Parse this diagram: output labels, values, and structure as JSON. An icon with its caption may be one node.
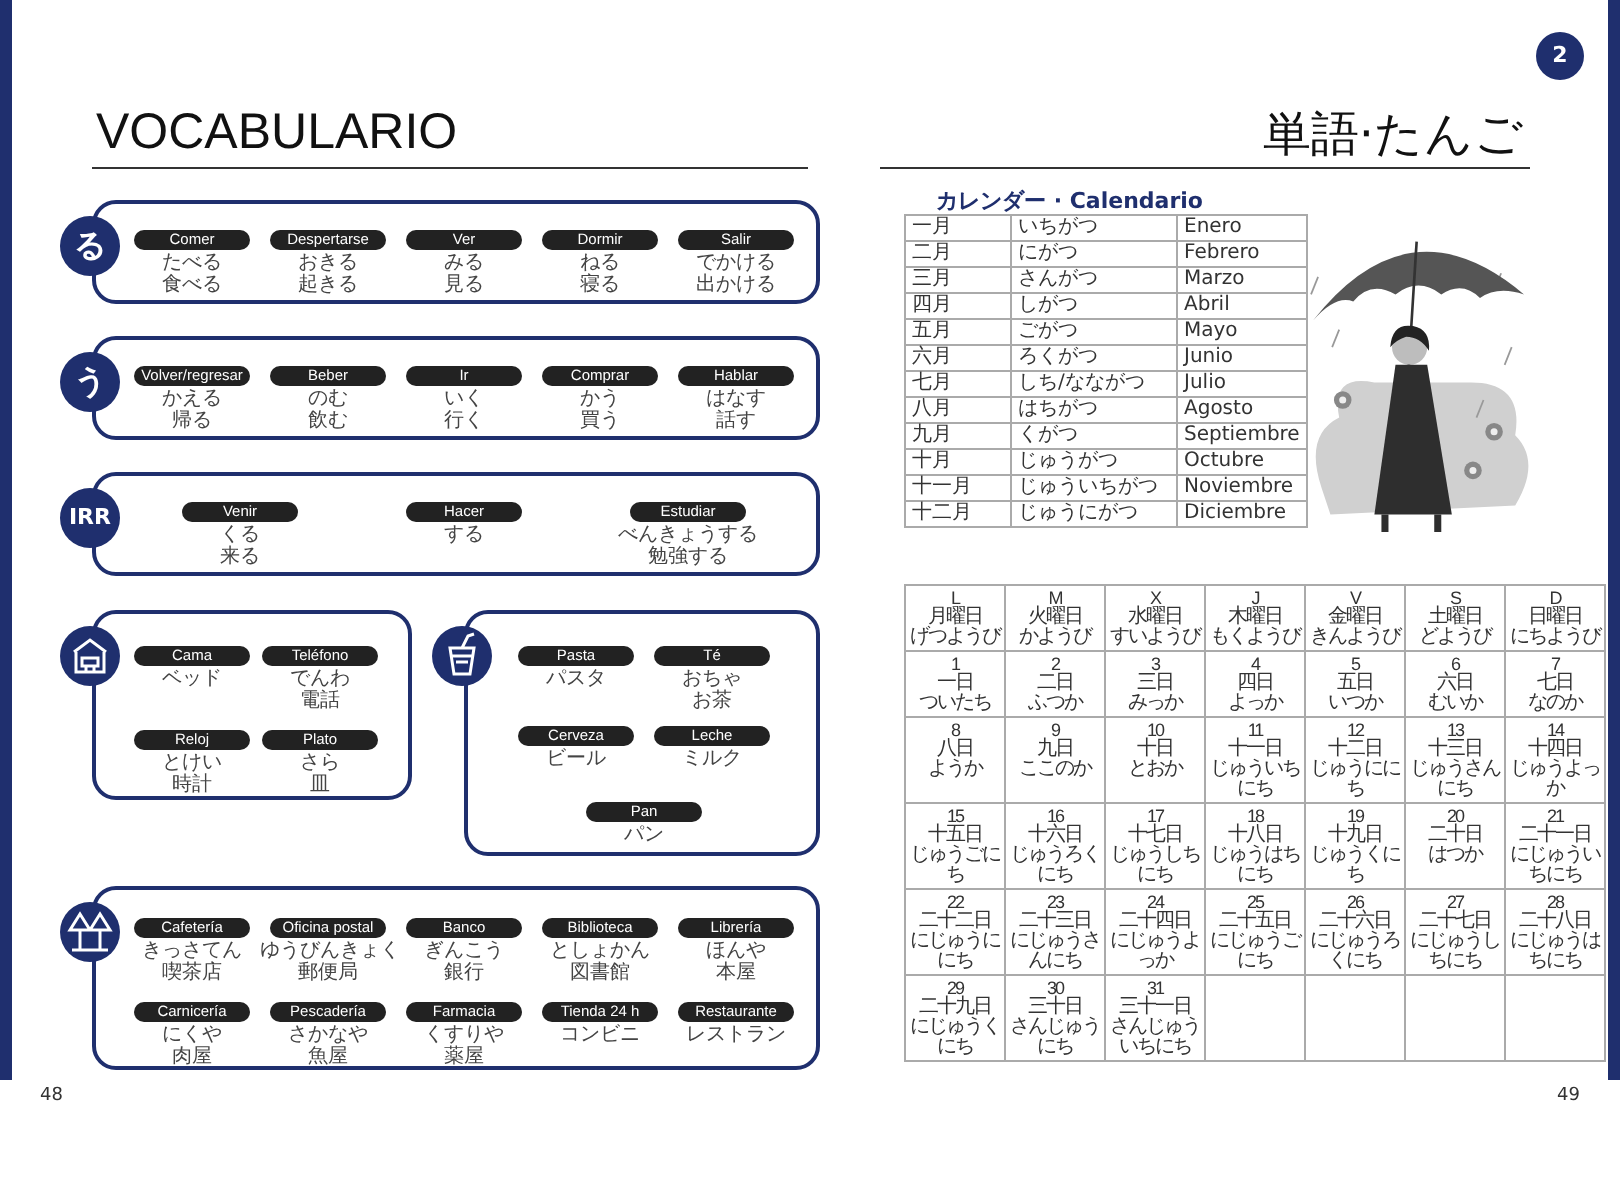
{
  "diagram": {
    "title": "VOCABULARIO",
    "nodes": [
      {
        "text": [
          "る"
        ]
      },
      {
        "text": [
          "Comer",
          "たべる",
          "食べる"
        ],
        "in": 0
      },
      {
        "text": [
          "Despertarse",
          "おきる",
          "起きる"
        ],
        "in": 0
      },
      {
        "text": [
          "Ver",
          "みる",
          "見る"
        ],
        "in": 0
      },
      {
        "text": [
          "Dormir",
          "ねる",
          "寝る"
        ],
        "in": 0
      },
      {
        "text": [
          "Salir",
          "でかける",
          "出かける"
        ],
        "in": 0
      },
      {
        "text": [
          "う"
        ]
      },
      {
        "text": [
          "Volver/regresar",
          "かえる",
          "帰る"
        ],
        "in": 6
      },
      {
        "text": [
          "Beber",
          "のむ",
          "飲む"
        ],
        "in": 6
      },
      {
        "text": [
          "Ir",
          "いく",
          "行く"
        ],
        "in": 6
      },
      {
        "text": [
          "Comprar",
          "かう",
          "買う"
        ],
        "in": 6
      },
      {
        "text": [
          "Hablar",
          "はなす",
          "話す"
        ],
        "in": 6
      },
      {
        "text": [
          "IRR"
        ]
      },
      {
        "text": [
          "Venir",
          "くる",
          "来る"
        ],
        "in": 12
      },
      {
        "text": [
          "Hacer",
          "する"
        ],
        "in": 12
      },
      {
        "text": [
          "Estudiar",
          "べんきょうする",
          "勉強する"
        ],
        "in": 12
      },
      {
        "text": [],
        "shape": "box"
      },
      {
        "text": [
          "Cama",
          "ベッド"
        ],
        "in": 16
      },
      {
        "text": [
          "Teléfono",
          "でんわ",
          "電話"
        ],
        "in": 16
      },
      {
        "text": [
          "Reloj",
          "とけい",
          "時計"
        ],
        "in": 16
      },
      {
        "text": [
          "Plato",
          "さら",
          "皿"
        ],
        "in": 16
      },
      {
        "text": [],
        "shape": "box"
      },
      {
        "text": [
          "Pasta",
          "パスタ"
        ],
        "in": 21
      },
      {
        "text": [
          "Té",
          "おちゃ",
          "お茶"
        ],
        "in": 21
      },
      {
        "text": [
          "Cerveza",
          "ビール"
        ],
        "in": 21
      },
      {
        "text": [
          "Leche",
          "ミルク"
        ],
        "in": 21
      },
      {
        "text": [
          "Pan",
          "パン"
        ],
        "in": 21
      },
      {
        "text": [],
        "shape": "box"
      },
      {
        "text": [
          "Cafetería",
          "きっさてん",
          "喫茶店"
        ],
        "in": 27
      },
      {
        "text": [
          "Oficina postal",
          "ゆうびんきょく",
          "郵便局"
        ],
        "in": 27
      },
      {
        "text": [
          "Banco",
          "ぎんこう",
          "銀行"
        ],
        "in": 27
      },
      {
        "text": [
          "Biblioteca",
          "としょかん",
          "図書館"
        ],
        "in": 27
      },
      {
        "text": [
          "Librería",
          "ほんや",
          "本屋"
        ],
        "in": 27
      },
      {
        "text": [
          "Carnicería",
          "にくや",
          "肉屋"
        ],
        "in": 27
      },
      {
        "text": [
          "Pescadería",
          "さかなや",
          "魚屋"
        ],
        "in": 27
      },
      {
        "text": [
          "Farmacia",
          "くすりや",
          "薬屋"
        ],
        "in": 27
      },
      {
        "text": [
          "Tienda 24 h",
          "コンビニ"
        ],
        "in": 27
      },
      {
        "text": [
          "Restaurante",
          "レストラン"
        ],
        "in": 27
      }
    ],
    "labels": [
      "単語·たんご",
      "2",
      "カレンダー · Calendario",
      "一月",
      "いちがつ",
      "Enero",
      "二月",
      "にがつ",
      "Febrero",
      "三月",
      "さんがつ",
      "Marzo",
      "四月",
      "しがつ",
      "Abril",
      "五月",
      "ごがつ",
      "Mayo",
      "六月",
      "ろくがつ",
      "Junio",
      "七月",
      "しち/なながつ",
      "Julio",
      "八月",
      "はちがつ",
      "Agosto",
      "九月",
      "くがつ",
      "Septiembre",
      "十月",
      "じゅうがつ",
      "Octubre",
      "十一月",
      "じゅういちがつ",
      "Noviembre",
      "十二月",
      "じゅうにがつ",
      "Diciembre",
      "L",
      "月曜日",
      "げつようび",
      "M",
      "火曜日",
      "かようび",
      "X",
      "水曜日",
      "すいようび",
      "J",
      "木曜日",
      "もくようび",
      "V",
      "金曜日",
      "きんようび",
      "S",
      "土曜日",
      "どようび",
      "D",
      "日曜日",
      "にちようび",
      "1",
      "一日",
      "ついたち",
      "2",
      "二日",
      "ふつか",
      "3",
      "三日",
      "みっか",
      "4",
      "四日",
      "よっか",
      "5",
      "五日",
      "いつか",
      "6",
      "六日",
      "むいか",
      "7",
      "七日",
      "なのか",
      "8",
      "八日",
      "ようか",
      "9",
      "九日",
      "ここのか",
      "10",
      "十日",
      "とおか",
      "11",
      "十一日",
      "じゅういちにち",
      "12",
      "十二日",
      "じゅうににち",
      "13",
      "十三日",
      "じゅうさんにち",
      "14",
      "十四日",
      "じゅうよっか",
      "15",
      "十五日",
      "じゅうごにち",
      "16",
      "十六日",
      "じゅうろくにち",
      "17",
      "十七日",
      "じゅうしちにち",
      "18",
      "十八日",
      "じゅうはちにち",
      "19",
      "十九日",
      "じゅうくにち",
      "20",
      "二十日",
      "はつか",
      "21",
      "二十一日",
      "にじゅういちにち",
      "22",
      "二十二日",
      "にじゅうににち",
      "23",
      "二十三日",
      "にじゅうさんにち",
      "24",
      "二十四日",
      "にじゅうよっか",
      "25",
      "二十五日",
      "にじゅうごにち",
      "26",
      "二十六日",
      "にじゅうろくにち",
      "27",
      "二十七日",
      "にじゅうしちにち",
      "28",
      "二十八日",
      "にじゅうはちにち",
      "29",
      "二十九日",
      "にじゅうくにち",
      "30",
      "三十日",
      "さんじゅうにち",
      "31",
      "三十一日",
      "さんじゅういちにち",
      "48",
      "49"
    ]
  }
}
